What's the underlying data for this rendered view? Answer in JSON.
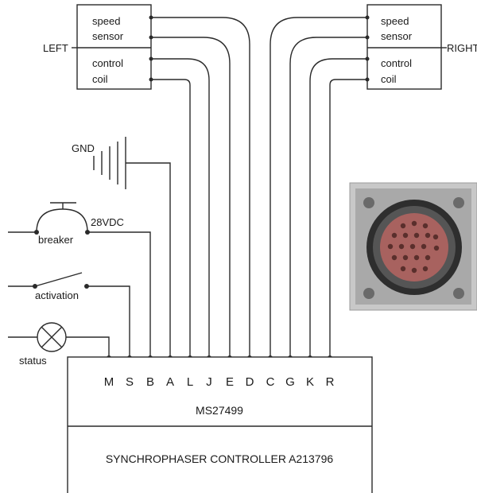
{
  "left_sensor": {
    "side_label": "LEFT",
    "speed_label": [
      "speed",
      "sensor"
    ],
    "coil_label": [
      "control",
      "coil"
    ]
  },
  "right_sensor": {
    "side_label": "RIGHT",
    "speed_label": [
      "speed",
      "sensor"
    ],
    "coil_label": [
      "control",
      "coil"
    ]
  },
  "gnd_label": "GND",
  "breaker_label": "breaker",
  "voltage_label": "28VDC",
  "activation_label": "activation",
  "status_label": "status",
  "connector_name": "MS27499",
  "controller_title": "SYNCHROPHASER CONTROLLER A213796",
  "pins": [
    "M",
    "S",
    "B",
    "A",
    "L",
    "J",
    "E",
    "D",
    "C",
    "G",
    "K",
    "R"
  ],
  "icons": {
    "ground": "ground-symbol-icon",
    "breaker": "circuit-breaker-icon",
    "switch": "switch-icon",
    "lamp": "status-lamp-icon",
    "photo": "connector-photo"
  }
}
